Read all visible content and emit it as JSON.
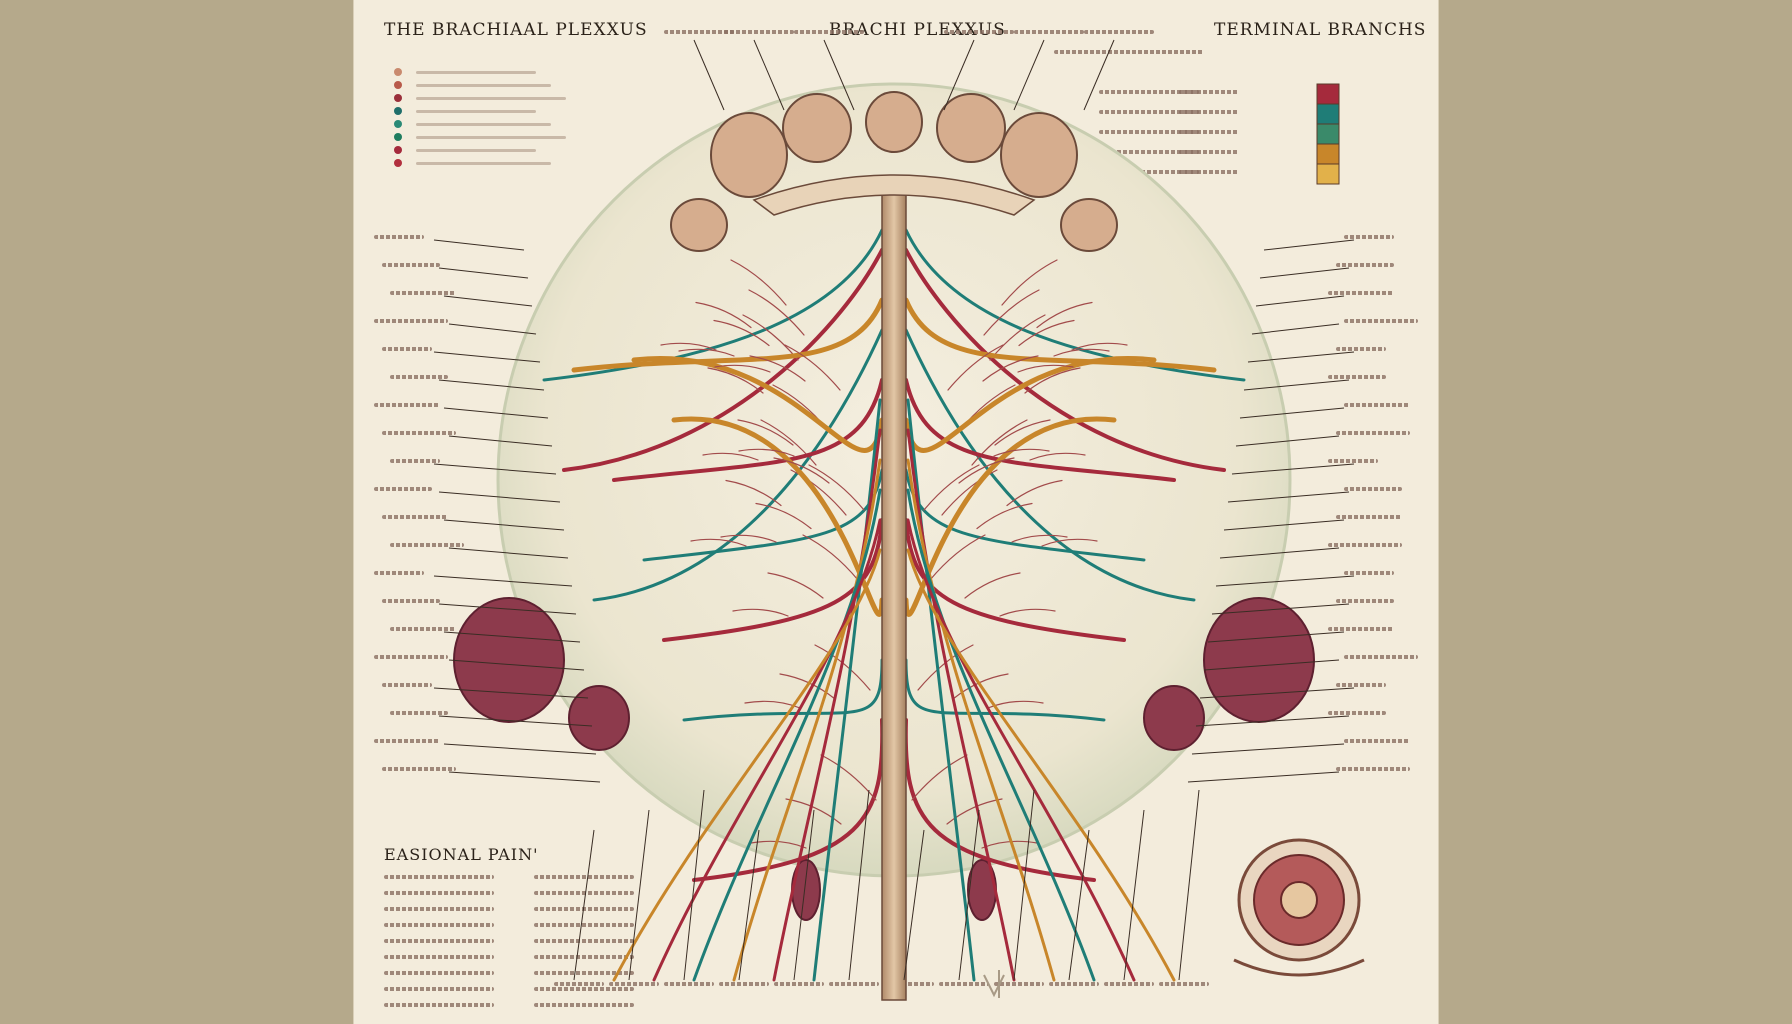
{
  "titles": {
    "left": "THE BRACHIAAL PLEXXUS",
    "center": "BRACHI PLEXXUS",
    "right": "TERMINAL BRANCHS",
    "bottom": "EASIONAL PAIN'"
  },
  "icons": {
    "legend": "legend-dot-icon",
    "color_bar": "color-key-icon",
    "inset": "cross-section-inset-icon",
    "logo": "publisher-logo-icon"
  },
  "colors": {
    "background": "#b5a98b",
    "paper": "#f3ecdc",
    "nerve_teal": "#1f7d77",
    "nerve_red": "#a52a3c",
    "nerve_orange": "#c8862a",
    "bone": "#d8b79a",
    "organ": "#8d3a4c",
    "ink": "#2b2219"
  },
  "legend_colors": [
    "#c98a6e",
    "#b85a4a",
    "#9a2f3a",
    "#1f6e6a",
    "#2a8a76",
    "#1f7d5f",
    "#a52a3c",
    "#b2303e"
  ],
  "color_key": [
    "#a52a3c",
    "#1f7d77",
    "#3a8a6a",
    "#c8862a",
    "#e2b14a"
  ]
}
